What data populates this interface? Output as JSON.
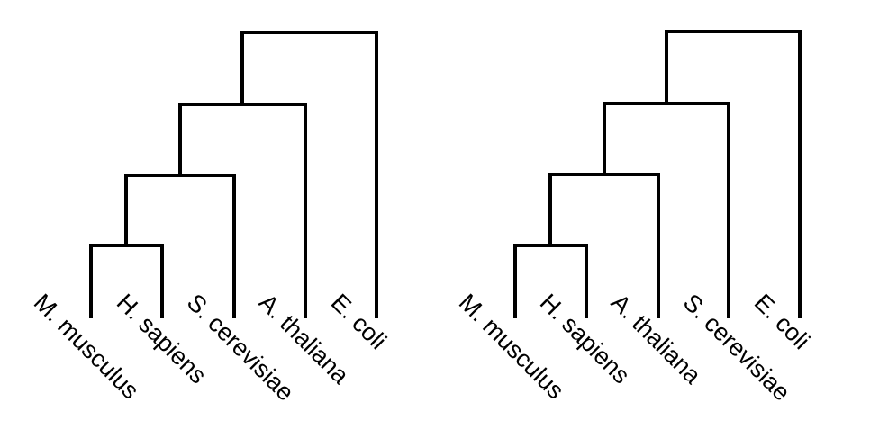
{
  "trees": [
    {
      "leaves": [
        "M. musculus",
        "H. sapiens",
        "S. cerevisiae",
        "A. thaliana",
        "E. coli"
      ]
    },
    {
      "leaves": [
        "M. musculus",
        "H. sapiens",
        "A. thaliana",
        "S. cerevisiae",
        "E. coli"
      ]
    }
  ],
  "colors": {
    "line": "#000000",
    "text": "#000000",
    "background": "#ffffff"
  }
}
